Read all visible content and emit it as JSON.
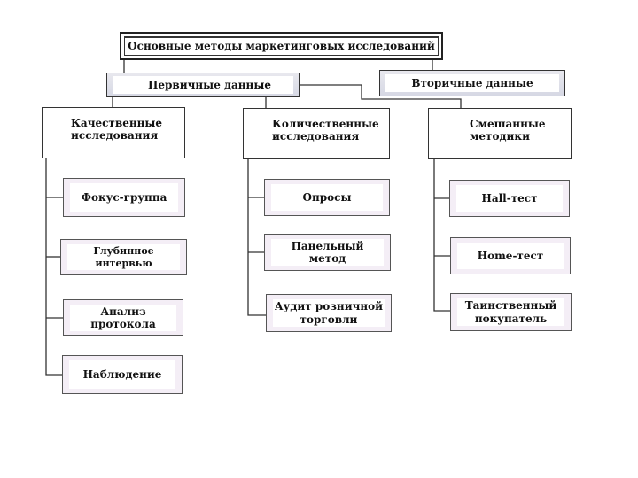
{
  "diagram": {
    "title": "Основные методы маркетинговых исследований",
    "primary": "Первичные данные",
    "secondary": "Вторичные данные",
    "categories": {
      "qualitative": [
        "Качественные",
        "исследования"
      ],
      "quantitative": [
        "Количественные",
        "исследования"
      ],
      "mixed": [
        "Смешанные",
        "методики"
      ]
    },
    "qualitative_items": [
      "Фокус-группа",
      "Глубинное интервью",
      "Анализ протокола",
      "Наблюдение"
    ],
    "quantitative_items": [
      "Опросы",
      "Панельный метод",
      "Аудит розничной",
      "торговли"
    ],
    "mixed_items": [
      "Hall-тест",
      "Home-тест",
      "Таинственный",
      "покупатель"
    ]
  }
}
